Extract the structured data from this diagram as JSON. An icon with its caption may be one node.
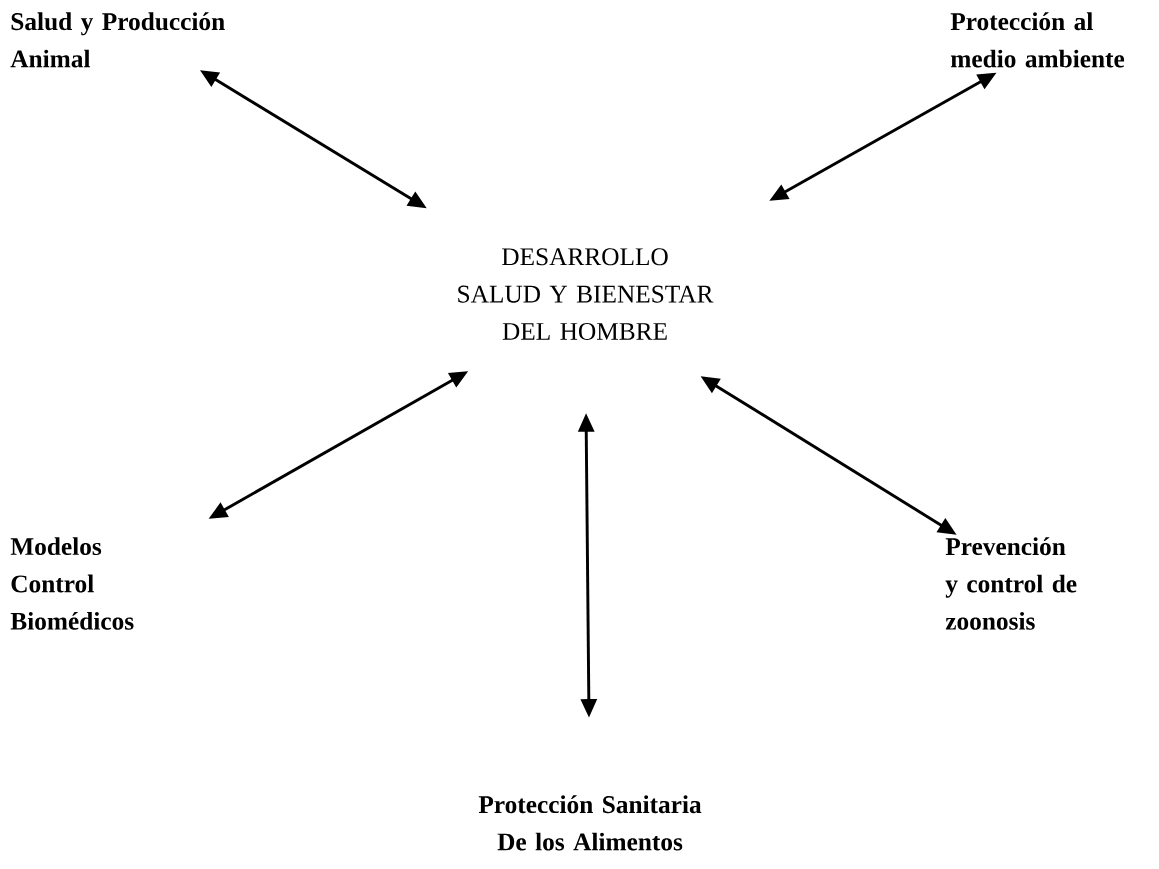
{
  "diagram": {
    "nodes": [
      {
        "text": [
          "DESARROLLO",
          "SALUD Y BIENESTAR DEL HOMBRE"
        ]
      },
      {
        "text": [
          "Salud y Producción Animal"
        ]
      },
      {
        "text": [
          "Protección al medio ambiente"
        ]
      },
      {
        "text": [
          "Modelos Control Biomédicos"
        ]
      },
      {
        "text": [
          "Prevención y control de zoonosis"
        ]
      },
      {
        "text": [
          "Protección Sanitaria De los Alimentos"
        ]
      }
    ],
    "edges": [
      {
        "from": 0,
        "to": 1,
        "arrow": "both"
      },
      {
        "from": 0,
        "to": 2,
        "arrow": "both"
      },
      {
        "from": 0,
        "to": 3,
        "arrow": "both"
      },
      {
        "from": 0,
        "to": 4,
        "arrow": "both"
      },
      {
        "from": 0,
        "to": 5,
        "arrow": "both"
      }
    ]
  }
}
